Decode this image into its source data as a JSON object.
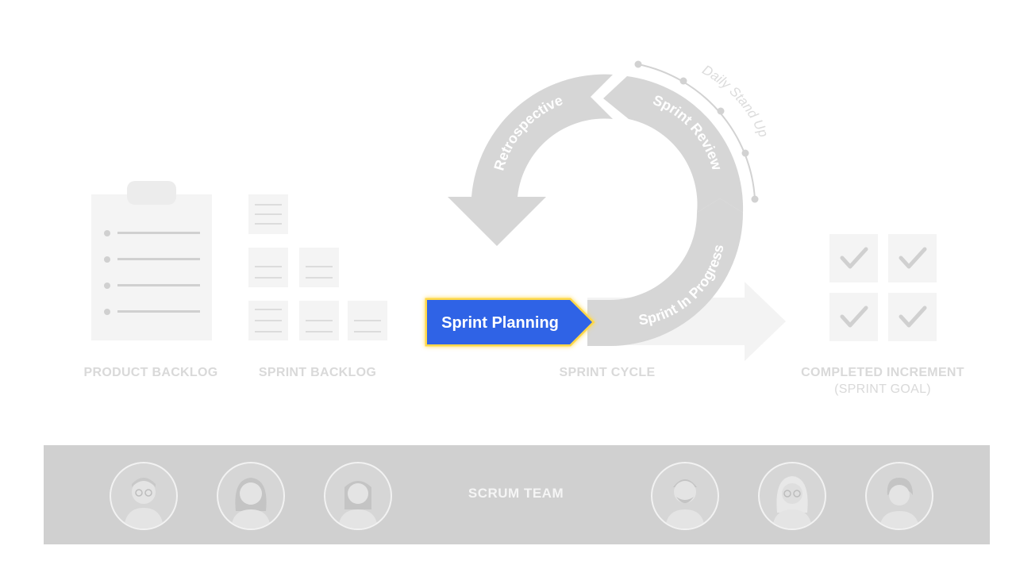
{
  "diagram": {
    "product_backlog_label": "PRODUCT BACKLOG",
    "sprint_backlog_label": "SPRINT BACKLOG",
    "sprint_cycle_label": "SPRINT CYCLE",
    "completed_increment_label": "COMPLETED INCREMENT",
    "sprint_goal_label": "(SPRINT GOAL)",
    "cycle": {
      "retrospective": "Retrospective",
      "sprint_review": "Sprint Review",
      "daily_standup": "Daily Stand Up",
      "sprint_in_progress": "Sprint In Progress",
      "sprint_planning": "Sprint Planning"
    },
    "team_label": "SCRUM TEAM"
  },
  "colors": {
    "highlight_fill": "#2f63e6",
    "highlight_glow": "#ffd84a",
    "muted_gray": "#d2d2d2",
    "light_gray": "#f2f2f2",
    "band_gray": "#d0d0d0"
  },
  "icons": {
    "clipboard": "clipboard-icon",
    "backlog_cards": "card-icon",
    "checkmarks": "checkmark-icon",
    "avatars": "person-avatar-icon"
  }
}
